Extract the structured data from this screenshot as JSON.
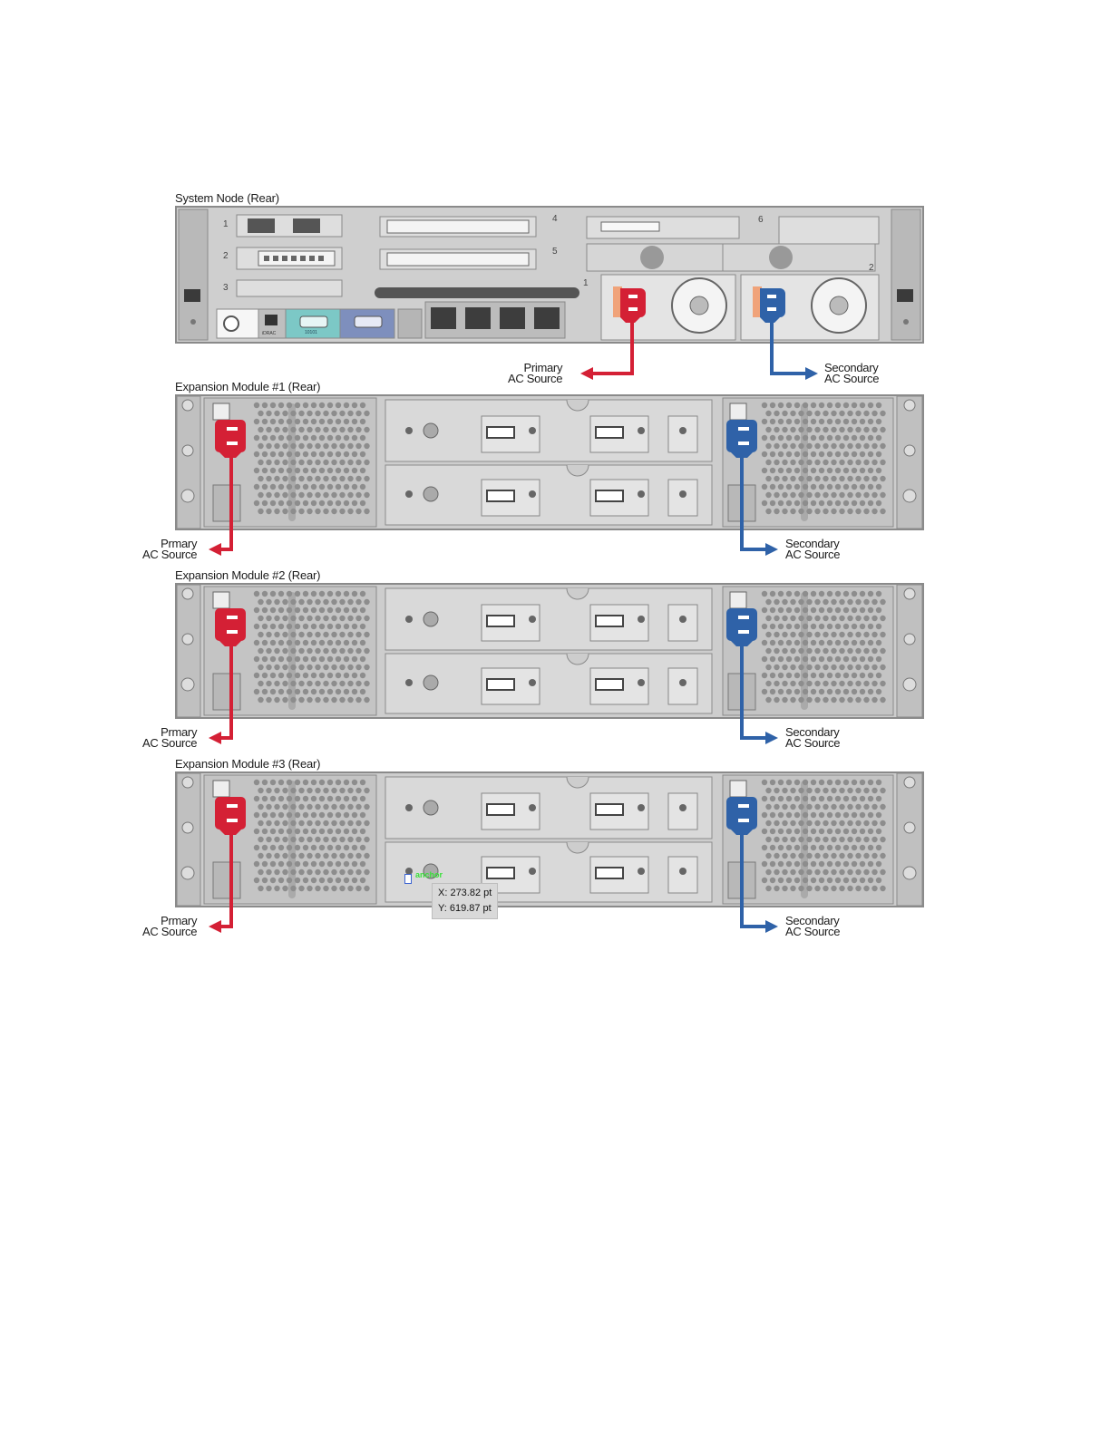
{
  "diagram": {
    "sections": [
      {
        "title": "System Node (Rear)",
        "primary_label": [
          "Primary",
          "AC Source"
        ],
        "secondary_label": [
          "Secondary",
          "AC Source"
        ]
      },
      {
        "title": "Expansion Module #1 (Rear)",
        "primary_label": [
          "Prmary",
          "AC Source"
        ],
        "secondary_label": [
          "Secondary",
          "AC Source"
        ]
      },
      {
        "title": "Expansion Module #2 (Rear)",
        "primary_label": [
          "Prmary",
          "AC Source"
        ],
        "secondary_label": [
          "Secondary",
          "AC Source"
        ]
      },
      {
        "title": "Expansion Module #3 (Rear)",
        "primary_label": [
          "Prmary",
          "AC Source"
        ],
        "secondary_label": [
          "Secondary",
          "AC Source"
        ]
      }
    ],
    "colors": {
      "primary_cable": "#d42035",
      "secondary_cable": "#2f62a8",
      "chassis": "#c8c8c8"
    },
    "node_labels": {
      "slot_numbers": [
        "1",
        "2",
        "3",
        "4",
        "5",
        "6",
        "1",
        "2"
      ],
      "idrac": "iDRAC",
      "serial": "10101"
    }
  },
  "cursor": {
    "tooltip_x": "X: 273.82 pt",
    "tooltip_y": "Y: 619.87 pt",
    "snap_label": "anchor"
  }
}
